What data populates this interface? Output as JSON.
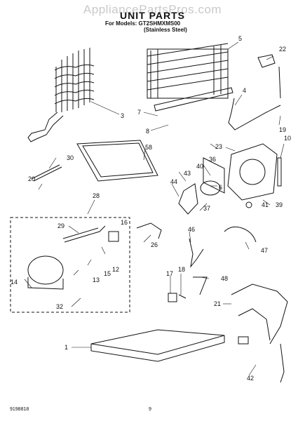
{
  "watermark": "AppliancePartsPros.com",
  "title": "UNIT PARTS",
  "models_line": "For Models: GT2SHMXMS00",
  "finish": "(Stainless Steel)",
  "doc_number": "9198818",
  "page_number": "9",
  "callouts": [
    "1",
    "3",
    "4",
    "5",
    "6",
    "7",
    "8",
    "10",
    "12",
    "13",
    "14",
    "15",
    "16",
    "17",
    "18",
    "19",
    "20",
    "21",
    "22",
    "23",
    "26",
    "28",
    "29",
    "30",
    "32",
    "36",
    "37",
    "39",
    "40",
    "41",
    "42",
    "43",
    "44",
    "46",
    "47",
    "48",
    "58"
  ]
}
